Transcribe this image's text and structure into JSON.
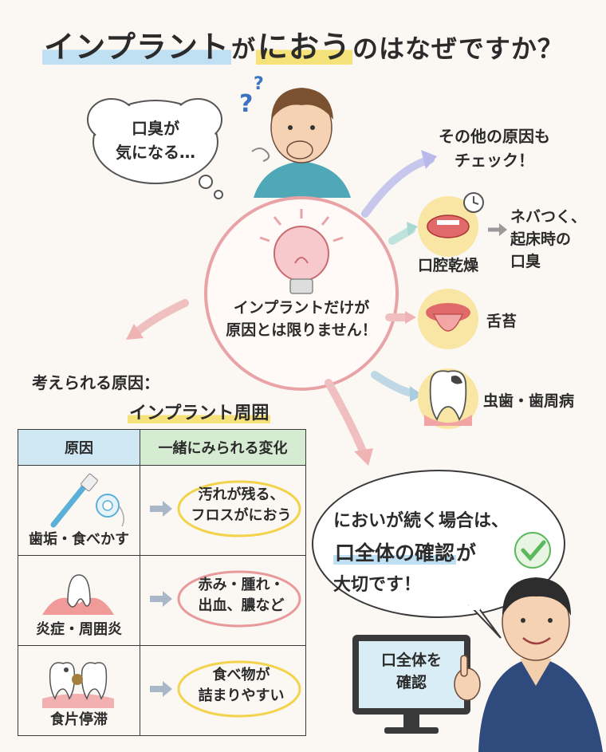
{
  "title": {
    "part1": "インプラント",
    "part2": "が",
    "part3": "におう",
    "part4": "のはなぜですか？"
  },
  "thought_bubble": {
    "line1": "口臭が",
    "line2": "気になる…"
  },
  "center": {
    "line1": "インプラントだけが",
    "line2": "原因とは限りません！"
  },
  "other_causes": {
    "line1": "その他の原因も",
    "line2": "チェック！"
  },
  "dry_mouth": {
    "label": "口腔乾燥",
    "note_line1": "ネバつく、",
    "note_line2": "起床時の",
    "note_line3": "口臭"
  },
  "tongue": {
    "label": "舌苔"
  },
  "decay": {
    "label": "虫歯・歯周病"
  },
  "possible": {
    "line1": "考えられる原因：",
    "line2": "インプラント周囲"
  },
  "table": {
    "header_cause": "原因",
    "header_change": "一緒にみられる変化",
    "rows": [
      {
        "cause": "歯垢・食べかす",
        "change1": "汚れが残る、",
        "change2": "フロスがにおう"
      },
      {
        "cause": "炎症・周囲炎",
        "change1": "赤み・腫れ・",
        "change2": "出血、膿など"
      },
      {
        "cause": "食片停滞",
        "change1": "食べ物が",
        "change2": "詰まりやすい"
      }
    ]
  },
  "speech": {
    "line1": "においが続く場合は、",
    "line2a": "口全体の確認",
    "line2b": "が",
    "line3": "大切です！"
  },
  "monitor": {
    "line1": "口全体を",
    "line2": "確認"
  },
  "colors": {
    "accent_blue": "#bfe0f2",
    "accent_yellow": "#f6e27a",
    "accent_pink": "#e89a9a",
    "accent_green": "#5cb85c"
  }
}
